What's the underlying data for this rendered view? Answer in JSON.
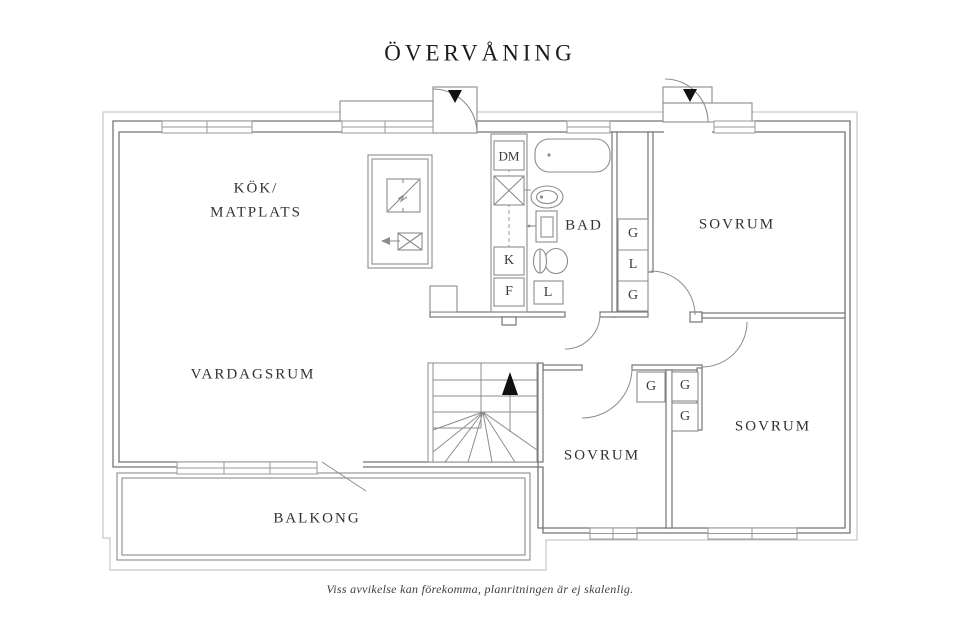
{
  "title": "ÖVERVÅNING",
  "caption": "Viss avvikelse kan förekomma, planritningen är ej skalenlig.",
  "rooms": {
    "kitchen_line1": "KÖK/",
    "kitchen_line2": "MATPLATS",
    "living_room": "VARDAGSRUM",
    "bathroom": "BAD",
    "bedroom_top": "SOVRUM",
    "bedroom_bottom_left": "SOVRUM",
    "bedroom_bottom_right": "SOVRUM",
    "balcony": "BALKONG"
  },
  "fixtures": {
    "dishwasher": "DM",
    "fridge": "K",
    "freezer": "F",
    "linen_bath": "L",
    "wardrobe_col_top": "G",
    "linen_col": "L",
    "wardrobe_col_bottom": "G",
    "wardrobe_bed_left": "G",
    "wardrobe_bed_right_top": "G",
    "wardrobe_bed_right_bottom": "G"
  },
  "colors": {
    "wall": "#757575",
    "fixture": "#8c8c8c",
    "boundary": "#bbbbbb",
    "window": "#9a9a9a",
    "text": "#2d2d2d",
    "arrow": "#111111"
  }
}
